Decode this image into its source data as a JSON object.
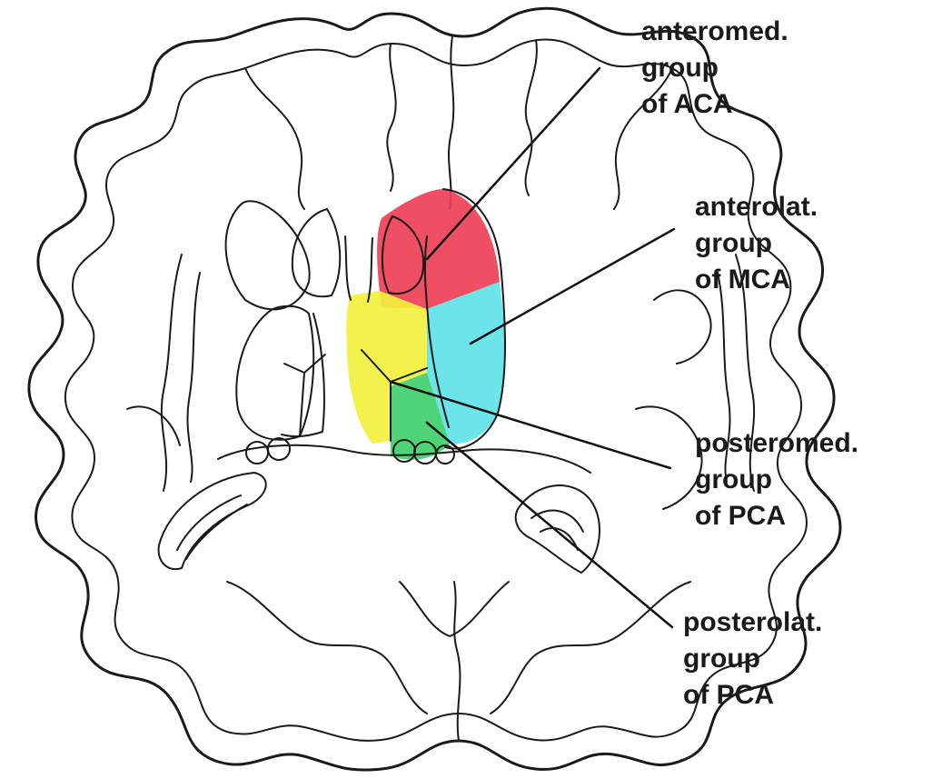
{
  "regions": [
    {
      "id": "anteromedial-aca",
      "color": "#ef3f55",
      "label_lines": [
        "anteromed.",
        "group",
        "of ACA"
      ]
    },
    {
      "id": "anterolateral-mca",
      "color": "#5ee3e8",
      "label_lines": [
        "anterolat.",
        "group",
        "of MCA"
      ]
    },
    {
      "id": "posteromedial-pca",
      "color": "#f2f03c",
      "label_lines": [
        "posteromed.",
        "group",
        "of PCA"
      ]
    },
    {
      "id": "posterolateral-pca",
      "color": "#3fd06a",
      "label_lines": [
        "posterolat.",
        "group",
        "of PCA"
      ]
    }
  ]
}
